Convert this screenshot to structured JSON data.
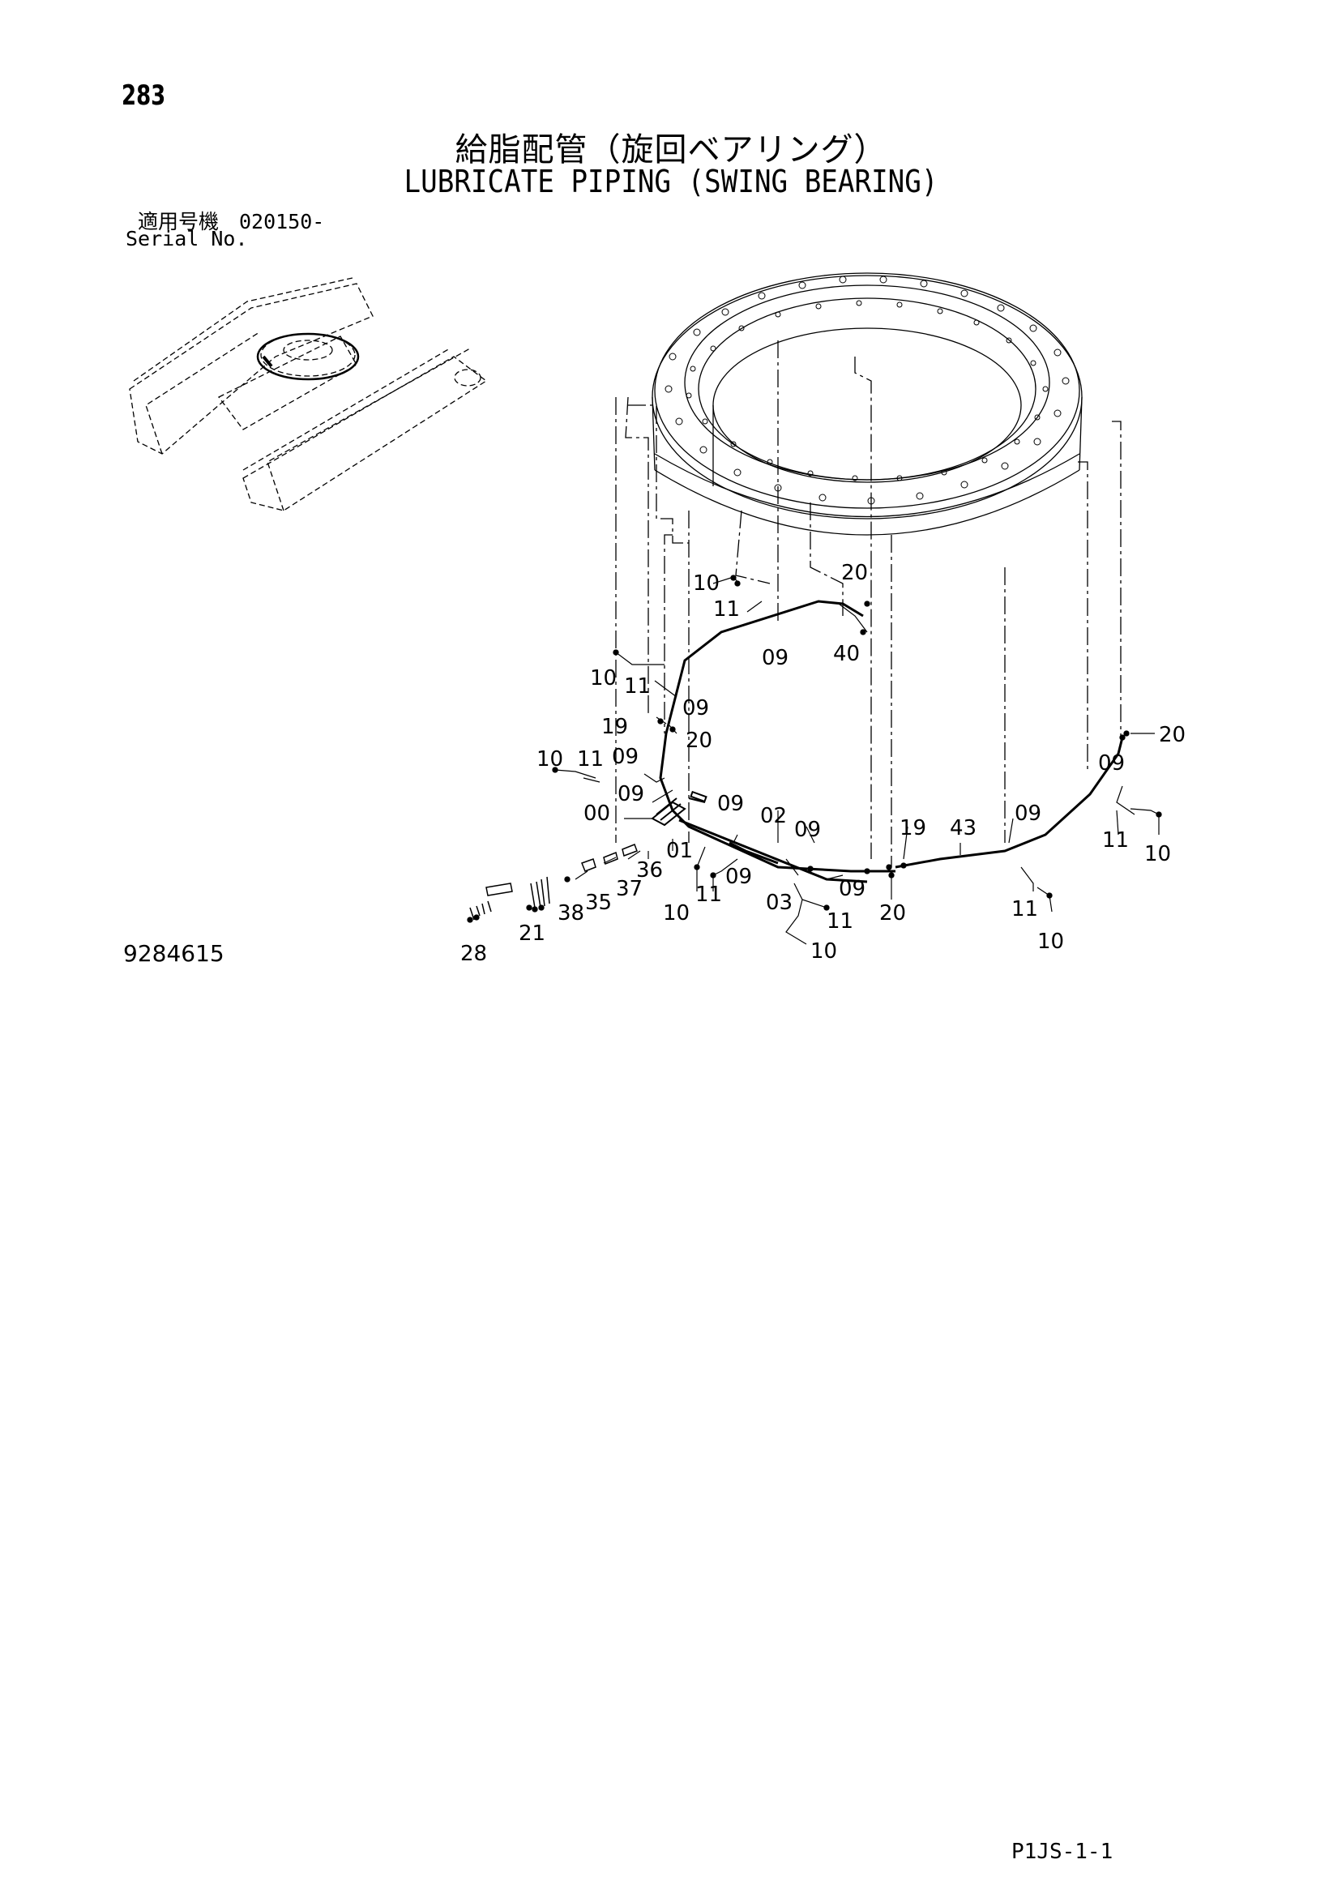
{
  "page_number": "283",
  "title_jp": "給脂配管（旋回ベアリング）",
  "title_en": "LUBRICATE PIPING (SWING BEARING)",
  "serial_label_jp": "適用号機　020150-",
  "serial_label_en": "Serial No.",
  "drawing_number": "9284615",
  "sheet_code": "P1JS-1-1",
  "callouts": {
    "c10a": "10",
    "c20a": "20",
    "c11a": "11",
    "c09a": "09",
    "c40": "40",
    "c10b": "10",
    "c11b": "11",
    "c09b": "09",
    "c19a": "19",
    "c20b": "20",
    "c10c": "10",
    "c11c": "11",
    "c09c": "09",
    "c09d": "09",
    "c00": "00",
    "c09e": "09",
    "c02": "02",
    "c09f": "09",
    "c19b": "19",
    "c43": "43",
    "c09g": "09",
    "c09h": "09",
    "c20c": "20",
    "c01": "01",
    "c36": "36",
    "c37": "37",
    "c35": "35",
    "c38": "38",
    "c09i": "09",
    "c11d": "11",
    "c10d": "10",
    "c03": "03",
    "c09j": "09",
    "c20d": "20",
    "c11e": "11",
    "c10e": "10",
    "c11f": "11",
    "c10f": "10",
    "c11g": "11",
    "c10g": "10",
    "c21": "21",
    "c28": "28"
  }
}
